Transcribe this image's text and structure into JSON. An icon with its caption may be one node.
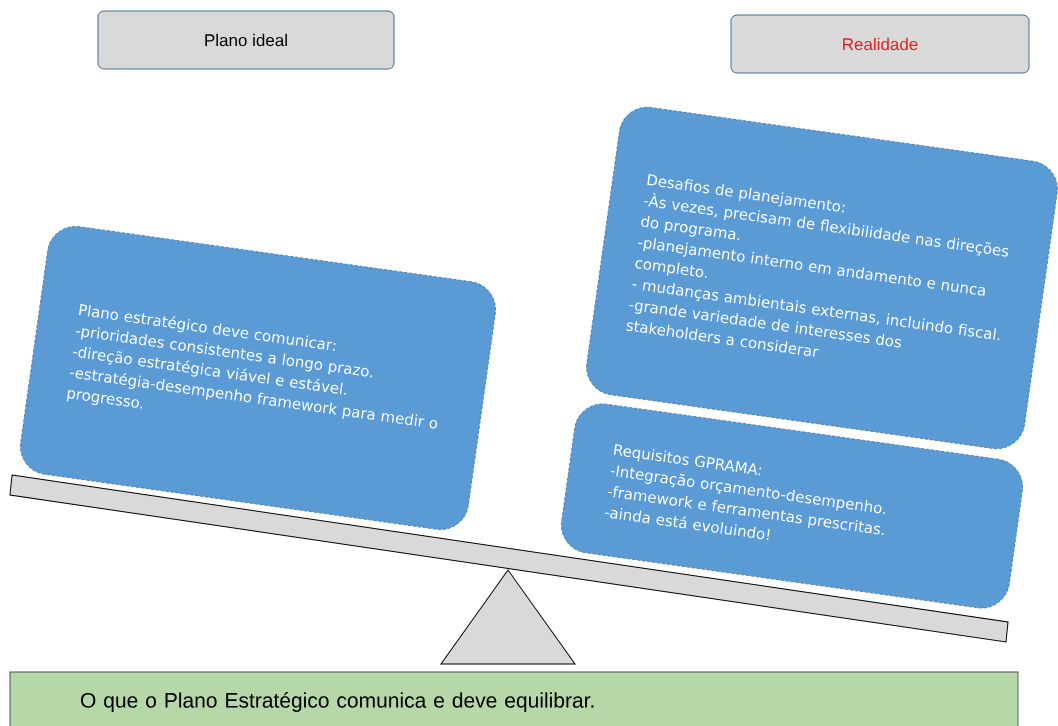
{
  "diagram": {
    "nodes": [
      {
        "text": [
          "Plano ideal"
        ]
      },
      {
        "text": [
          "Realidade"
        ]
      },
      {
        "text": [
          "Plano estratégico deve comunicar:",
          "-prioridades consistentes a longo prazo.",
          "-direção estratégica viável e estável.",
          "-estratégia-desempenho framework para medir o progresso."
        ]
      },
      {
        "text": [
          "Desafios de planejamento:",
          "-Às vezes, precisam de flexibilidade nas direções do programa.",
          "-planejamento interno em andamento e nunca completo.",
          "- mudanças ambientais externas, incluindo fiscal.",
          "-grande variedade de interesses dos stakeholders a considerar"
        ]
      },
      {
        "text": [
          "Requisitos GPRAMA:",
          "-Integração orçamento-desempenho.",
          "-framework e ferramentas prescritas.",
          "-ainda está evoluindo!"
        ]
      },
      {
        "text": [
          "O que o Plano Estratégico comunica e deve equilibrar."
        ]
      }
    ]
  }
}
